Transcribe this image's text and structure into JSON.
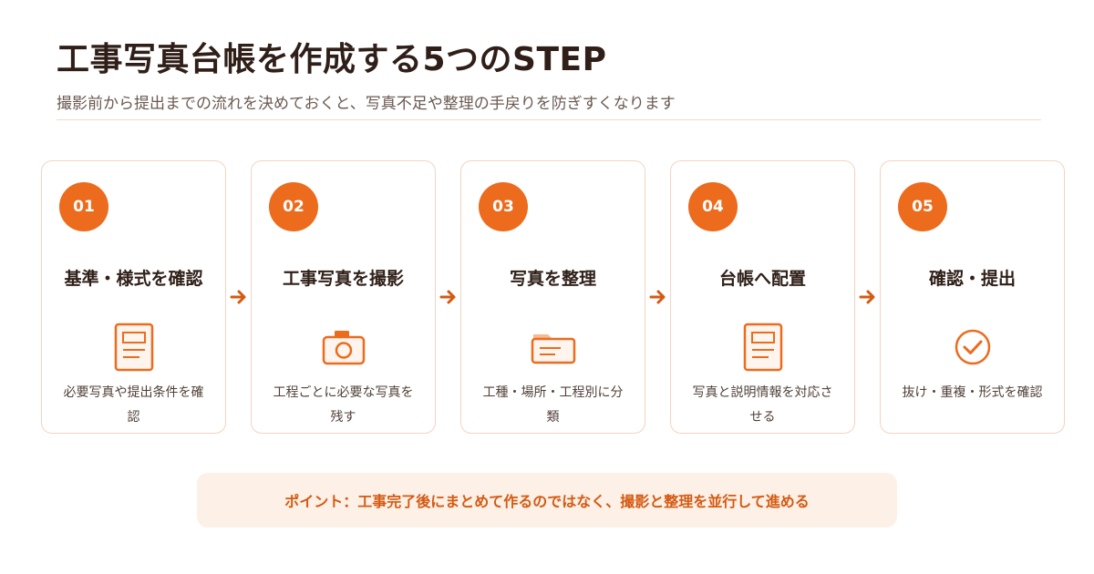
{
  "header": {
    "title": "工事写真台帳を作成する5つのSTEP",
    "subtitle": "撮影前から提出までの流れを決めておくと、写真不足や整理の手戻りを防ぎすくなります"
  },
  "colors": {
    "accent": "#ec6b1c",
    "card_border": "#f4d3c2",
    "point_bg": "#fdf0e6",
    "point_text": "#d45a12"
  },
  "steps": [
    {
      "number": "01",
      "title": "基準・様式を確認",
      "icon": "document-icon",
      "description": "必要写真や提出条件を確認"
    },
    {
      "number": "02",
      "title": "工事写真を撮影",
      "icon": "camera-icon",
      "description": "工程ごとに必要な写真を残す"
    },
    {
      "number": "03",
      "title": "写真を整理",
      "icon": "folder-icon",
      "description": "工種・場所・工程別に分類"
    },
    {
      "number": "04",
      "title": "台帳へ配置",
      "icon": "document-icon",
      "description": "写真と説明情報を対応させる"
    },
    {
      "number": "05",
      "title": "確認・提出",
      "icon": "check-circle-icon",
      "description": "抜け・重複・形式を確認"
    }
  ],
  "point": {
    "text": "ポイント：工事完了後にまとめて作るのではなく、撮影と整理を並行して進める"
  }
}
